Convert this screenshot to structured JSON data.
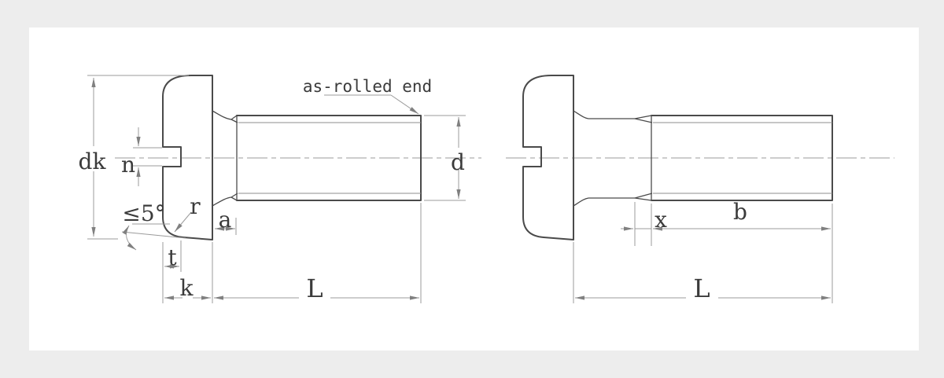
{
  "colors": {
    "page_bg": "#ededed",
    "canvas_bg": "#ffffff",
    "outline": "#4a4a4a",
    "thin_line": "#9b9b9b",
    "text": "#3b3b3b",
    "arrow": "#808080"
  },
  "left_view": {
    "labels": {
      "dk": "dk",
      "n": "n",
      "angle": "≤5°",
      "r": "r",
      "a": "a",
      "t": "t",
      "k": "k",
      "length": "L",
      "d": "d",
      "annotation": "as-rolled end"
    }
  },
  "right_view": {
    "labels": {
      "x": "x",
      "b": "b",
      "length": "L"
    }
  }
}
